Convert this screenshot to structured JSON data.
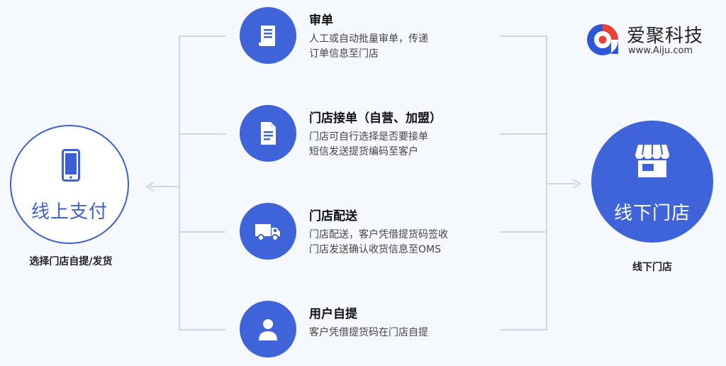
{
  "brand": {
    "name": "爱聚科技",
    "url": "www.Aiju.com"
  },
  "left": {
    "label": "线上支付",
    "caption": "选择门店自提/发货"
  },
  "right": {
    "label": "线下门店",
    "caption": "线下门店"
  },
  "steps": [
    {
      "title": "审单",
      "desc": [
        "人工或自动批量审单，传递",
        "订单信息至门店"
      ]
    },
    {
      "title": "门店接单（自营、加盟）",
      "desc": [
        "门店可自行选择是否要接单",
        "短信发送提货编码至客户"
      ]
    },
    {
      "title": "门店配送",
      "desc": [
        "门店配送，客户凭借提货码签收",
        "门店发送确认收货信息至OMS"
      ]
    },
    {
      "title": "用户自提",
      "desc": [
        "客户凭借提货码在门店自提"
      ]
    }
  ],
  "colors": {
    "accent": "#3f63d9",
    "line": "#cfd6df",
    "background": "#f5f8fc"
  }
}
